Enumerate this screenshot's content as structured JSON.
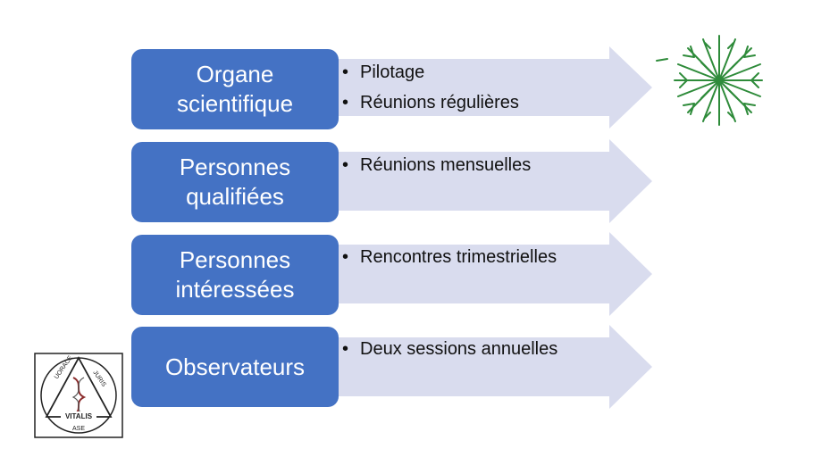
{
  "rows": [
    {
      "label_line1": "Organe",
      "label_line2": "scientifique",
      "bullets": [
        "Pilotage",
        "Réunions régulières"
      ]
    },
    {
      "label_line1": "Personnes",
      "label_line2": "qualifiées",
      "bullets": [
        "Réunions mensuelles"
      ]
    },
    {
      "label_line1": "Personnes",
      "label_line2": "intéressées",
      "bullets": [
        "Rencontres trimestrielles"
      ]
    },
    {
      "label_line1": "Observateurs",
      "label_line2": "",
      "bullets": [
        "Deux sessions annuelles"
      ]
    }
  ],
  "logo_bottom": {
    "arc_text_left": "UORACE",
    "arc_text_right": "JURIS",
    "name": "VITALIS",
    "subtext": "ASE"
  },
  "colors": {
    "box": "#4472c4",
    "arrow": "#d9dcee",
    "tree": "#2e8b3a"
  }
}
